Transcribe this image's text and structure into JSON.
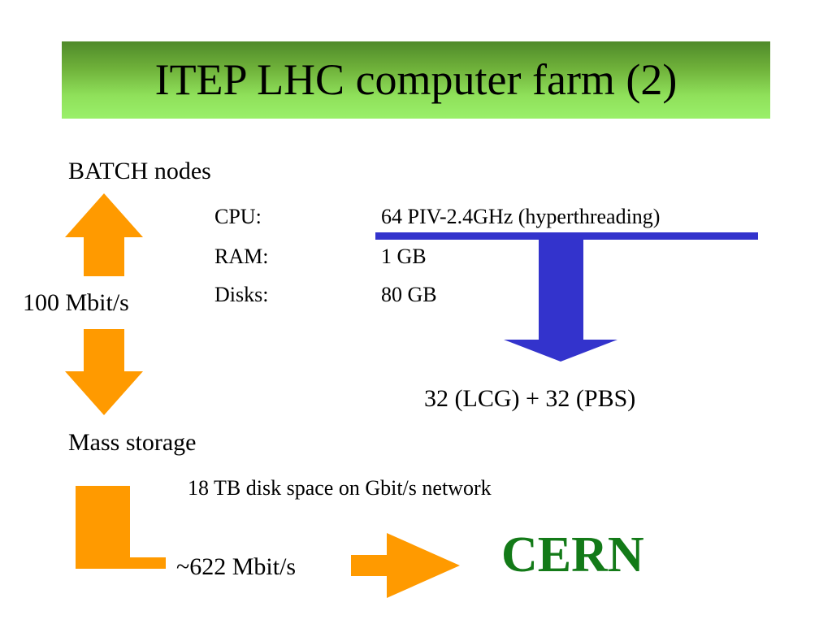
{
  "slide": {
    "title": "ITEP LHC computer farm (2)"
  },
  "batch": {
    "heading": "BATCH nodes",
    "specs": [
      {
        "label": "CPU:",
        "value": "64  PIV-2.4GHz (hyperthreading)"
      },
      {
        "label": "RAM:",
        "value": "1 GB"
      },
      {
        "label": "Disks:",
        "value": "80 GB"
      }
    ],
    "split": "32 (LCG)  +  32 (PBS)"
  },
  "link": {
    "bandwidth": "100 Mbit/s"
  },
  "storage": {
    "heading": "Mass storage",
    "description": "18 TB disk space on Gbit/s network"
  },
  "wan": {
    "bandwidth": "~622 Mbit/s",
    "destination": "CERN"
  },
  "colors": {
    "title_gradient_top": "#4f8a2a",
    "title_gradient_bottom": "#9af06a",
    "orange_arrow": "#ff9a00",
    "blue_arrow": "#3333cc",
    "cern_green": "#137a18"
  }
}
